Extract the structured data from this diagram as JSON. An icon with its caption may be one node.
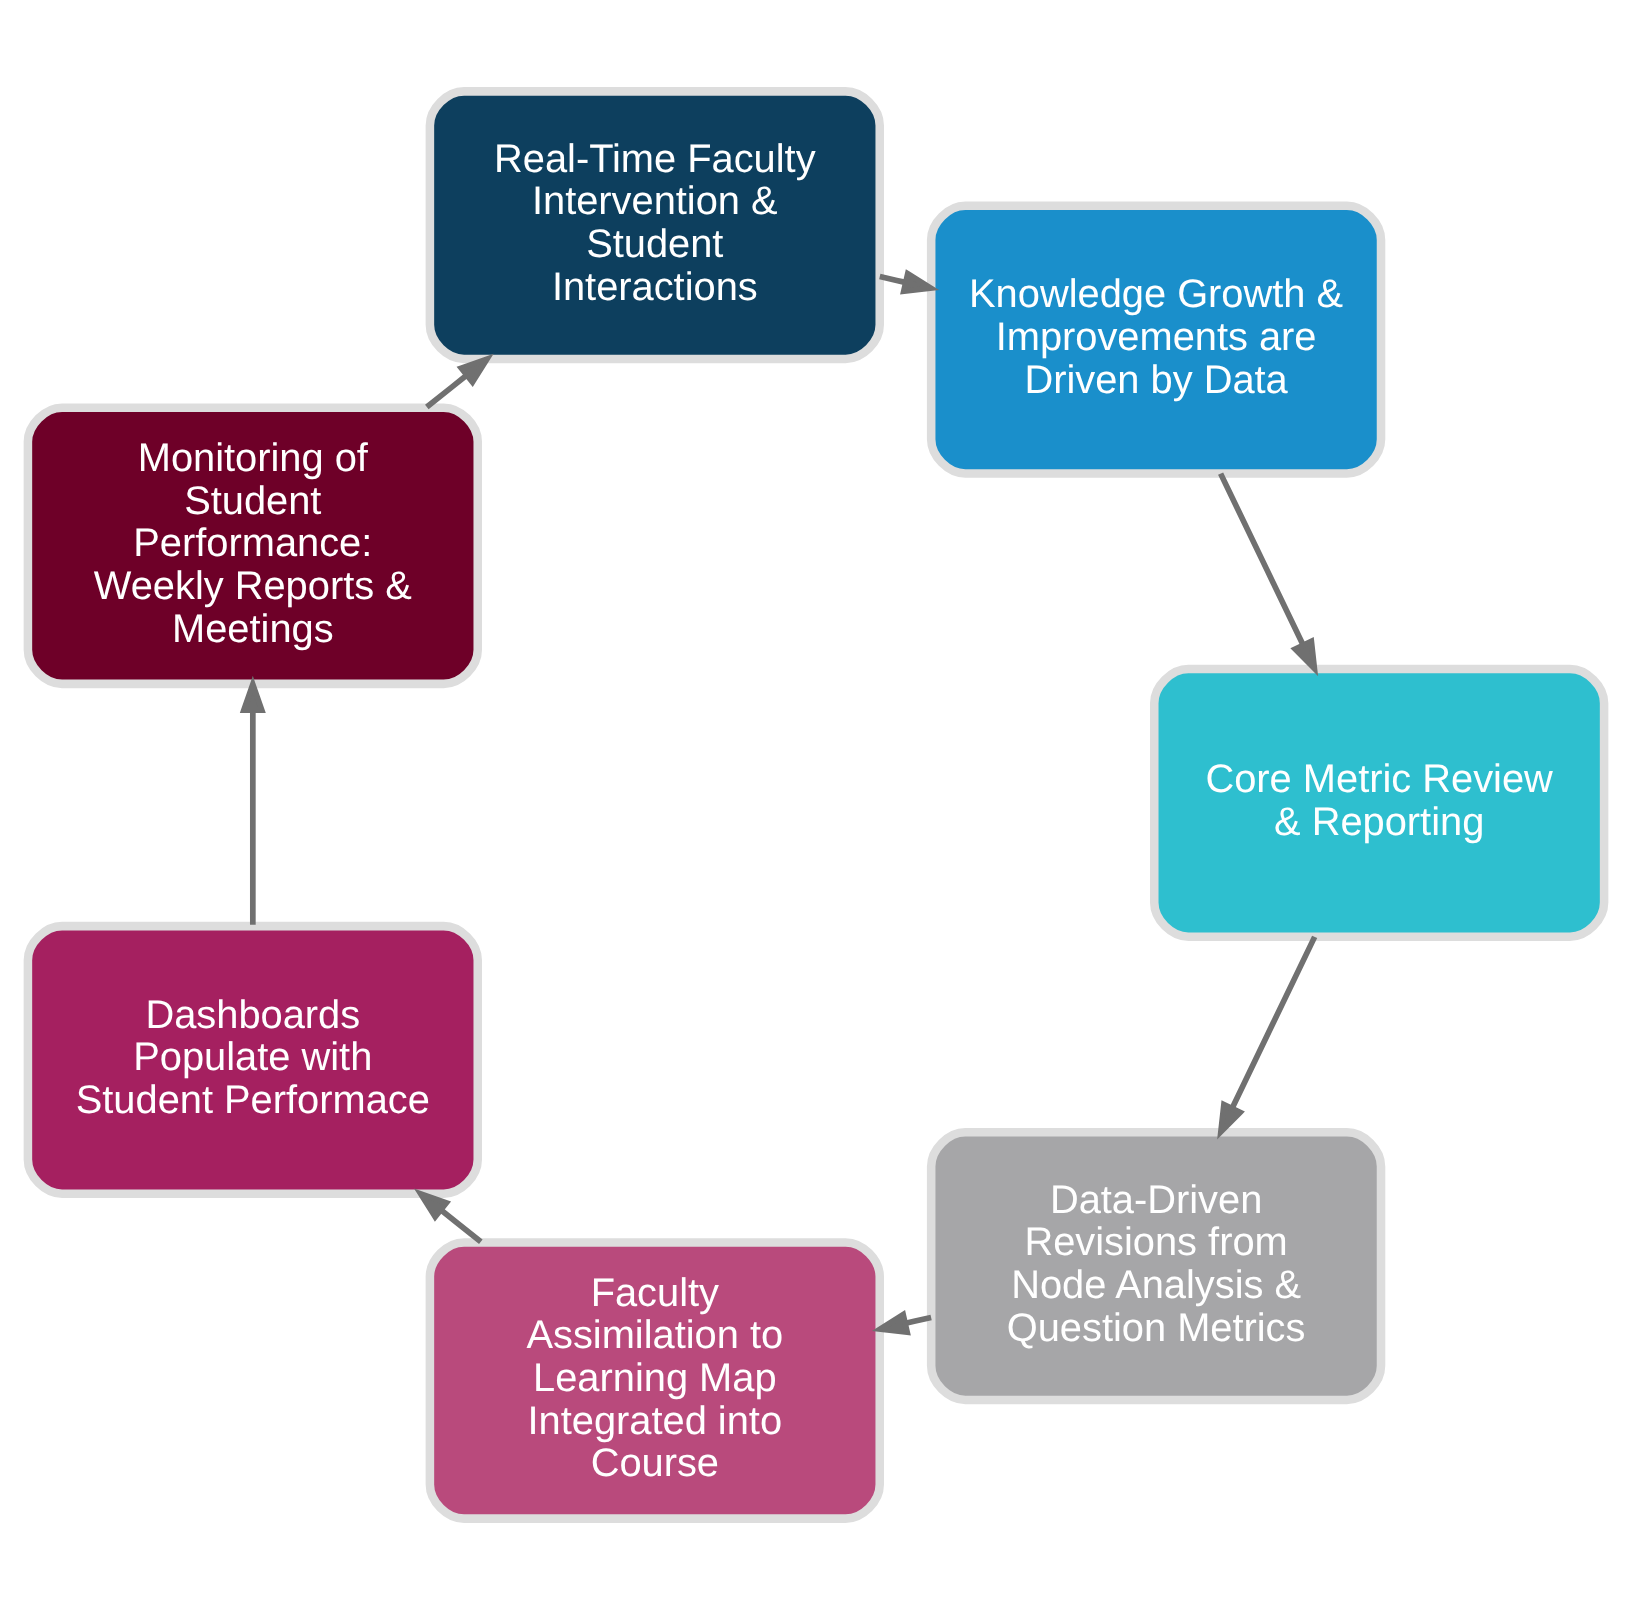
{
  "diagram": {
    "nodes": [
      {
        "text": [
          "Data-Driven Revisions from Node Analysis & Question Metrics"
        ]
      },
      {
        "text": [
          "Faculty Assimilation to Learning Map Integrated into Course"
        ]
      },
      {
        "text": [
          "Dashboards Populate with Student Performace"
        ]
      },
      {
        "text": [
          "Monitoring of Student Performance: Weekly Reports & Meetings"
        ]
      },
      {
        "text": [
          "Real-Time Faculty Intervention & Student Interactions"
        ]
      },
      {
        "text": [
          "Knowledge Growth & Improvements are Driven by Data"
        ]
      },
      {
        "text": [
          "Core Metric Review & Reporting"
        ]
      }
    ],
    "edges": [
      {
        "from": 0,
        "to": 1,
        "arrow": "to"
      },
      {
        "from": 1,
        "to": 2,
        "arrow": "to"
      },
      {
        "from": 2,
        "to": 3,
        "arrow": "to"
      },
      {
        "from": 3,
        "to": 4,
        "arrow": "to"
      },
      {
        "from": 4,
        "to": 5,
        "arrow": "to"
      },
      {
        "from": 5,
        "to": 6,
        "arrow": "to"
      },
      {
        "from": 6,
        "to": 0,
        "arrow": "to"
      }
    ]
  }
}
